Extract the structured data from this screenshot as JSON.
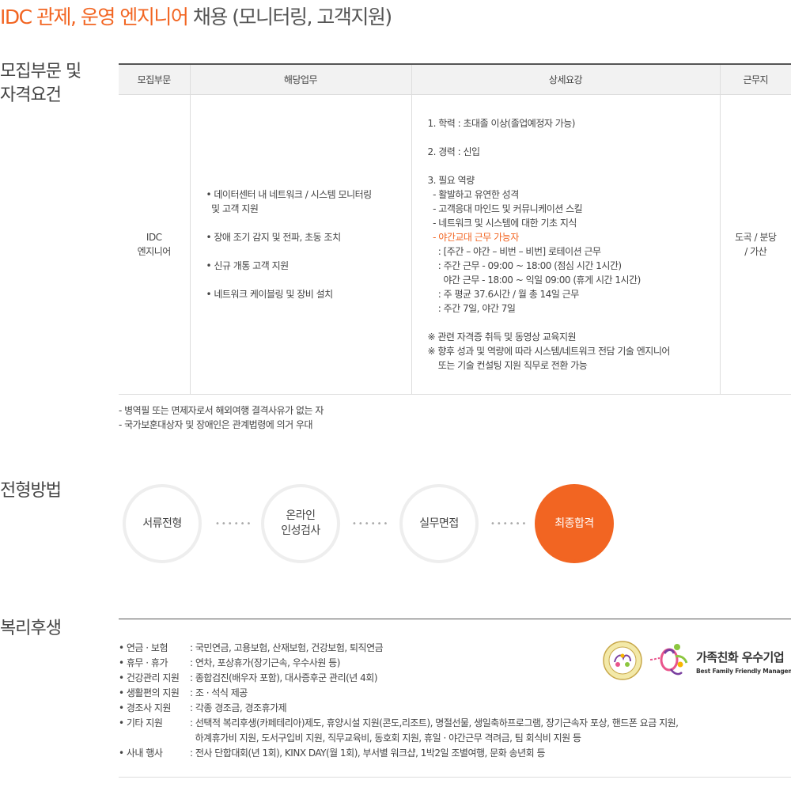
{
  "title": {
    "accent": "IDC 관제, 운영 엔지니어",
    "rest": " 채용 (모니터링, 고객지원)"
  },
  "recruit": {
    "section_label_line1": "모집부문 및",
    "section_label_line2": "자격요건",
    "headers": [
      "모집부문",
      "해당업무",
      "상세요강",
      "근무지"
    ],
    "division_line1": "IDC",
    "division_line2": "엔지니어",
    "duties": [
      {
        "line1": "• 데이터센터 내 네트워크 / 시스템 모니터링",
        "line2": "  및 고객 지원"
      },
      {
        "line1": "• 장애 조기 감지 및 전파,  초동 조치",
        "line2": ""
      },
      {
        "line1": "• 신규 개통 고객 지원",
        "line2": ""
      },
      {
        "line1": "• 네트워크 케이블링 및 장비 설치",
        "line2": ""
      }
    ],
    "details": [
      "1. 학력 : 초대졸 이상(졸업예정자 가능)",
      "",
      "2. 경력 : 신입",
      "",
      "3. 필요 역량",
      "  - 활발하고 유연한 성격",
      "  - 고객응대 마인드 및 커뮤니케이션 스킬",
      "  - 네트워크 및 시스템에 대한 기초 지식",
      "  - 야간교대 근무 가능자",
      "    : [주간 – 야간 – 비번 – 비번] 로테이션 근무",
      "    : 주간 근무 - 09:00 ~ 18:00 (점심 시간 1시간)",
      "      야간 근무 - 18:00 ~ 익일 09:00 (휴게 시간 1시간)",
      "    : 주 평균 37.6시간 / 월 총 14일 근무",
      "    : 주간 7일, 야간 7일",
      "",
      "※ 관련 자격증 취득 및 동영상 교육지원",
      "※ 향후 성과 및 역량에 따라 시스템/네트워크 전담 기술 엔지니어",
      "    또는 기술 컨설팅 지원 직무로 전환 가능"
    ],
    "location_line1": "도곡 / 분당",
    "location_line2": "/ 가산",
    "notes": [
      "- 병역필 또는 면제자로서 해외여행 결격사유가 없는 자",
      "- 국가보훈대상자 및 장애인은 관계법령에 의거 우대"
    ]
  },
  "process": {
    "section_label": "전형방법",
    "steps": [
      {
        "line1": "서류전형",
        "line2": ""
      },
      {
        "line1": "온라인",
        "line2": "인성검사"
      },
      {
        "line1": "실무면접",
        "line2": ""
      },
      {
        "line1": "최종합격",
        "line2": ""
      }
    ],
    "dots": "••••••"
  },
  "welfare": {
    "section_label": "복리후생",
    "items": [
      {
        "cat": "• 연금 · 보험",
        "desc": ": 국민연금, 고용보험, 산재보험, 건강보험, 퇴직연금"
      },
      {
        "cat": "• 휴무 · 휴가",
        "desc": ": 연차, 포상휴가(장기근속, 우수사원 등)"
      },
      {
        "cat": "• 건강관리 지원",
        "desc": ": 종합검진(배우자 포함), 대사증후군 관리(년 4회)"
      },
      {
        "cat": "• 생활편의 지원",
        "desc": ": 조 · 석식 제공"
      },
      {
        "cat": "• 경조사 지원",
        "desc": ": 각종 경조금, 경조휴가제"
      },
      {
        "cat": "• 기타 지원",
        "desc": ": 선택적 복리후생(카페테리아)제도, 휴양시설 지원(콘도,리조트), 명절선물, 생일축하프로그램, 장기근속자 포상, 핸드폰 요금 지원,\n  하계휴가비 지원, 도서구입비 지원, 직무교육비, 동호회 지원, 휴일 · 야간근무 격려금, 팀 회식비 지원 등"
      },
      {
        "cat": "• 사내 행사",
        "desc": ": 전사 단합대회(년 1회), KINX DAY(월 1회), 부서별 워크샵, 1박2일 조별여행, 문화 송년회 등"
      }
    ],
    "logo_ko": "가족친화 우수기업",
    "logo_en": "Best Family Friendly Management"
  },
  "colors": {
    "accent": "#f26522",
    "border": "#dddddd",
    "header_bg": "#f2f2f2",
    "text": "#444444"
  }
}
